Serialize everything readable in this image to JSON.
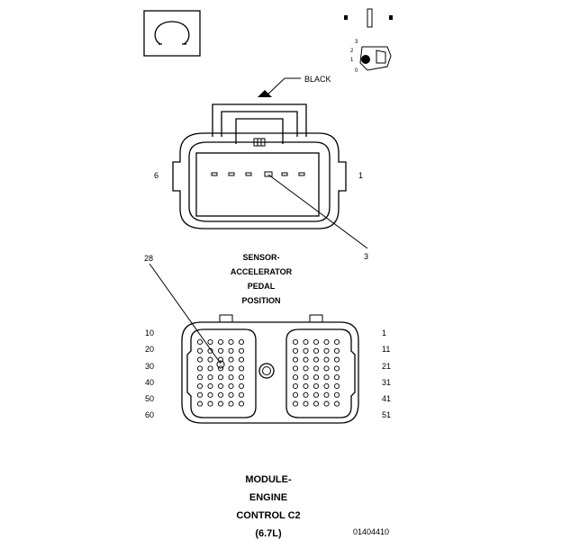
{
  "connector_c2_sensor": {
    "wire_color": "BLACK",
    "pin_left": "6",
    "pin_right": "1",
    "callout_pin": "3",
    "title_lines": [
      "SENSOR-",
      "ACCELERATOR",
      "PEDAL",
      "POSITION"
    ]
  },
  "connector_ecm": {
    "callout_pin": "28",
    "left_labels": [
      "10",
      "20",
      "30",
      "40",
      "50",
      "60"
    ],
    "right_labels": [
      "1",
      "11",
      "21",
      "31",
      "41",
      "51"
    ],
    "title_lines": [
      "MODULE-",
      "ENGINE",
      "CONTROL C2",
      "(6.7L)"
    ]
  },
  "figure_id": "01404410",
  "icons": [
    "omega-seal-icon",
    "terminal-icon",
    "terminal-key-icon"
  ]
}
